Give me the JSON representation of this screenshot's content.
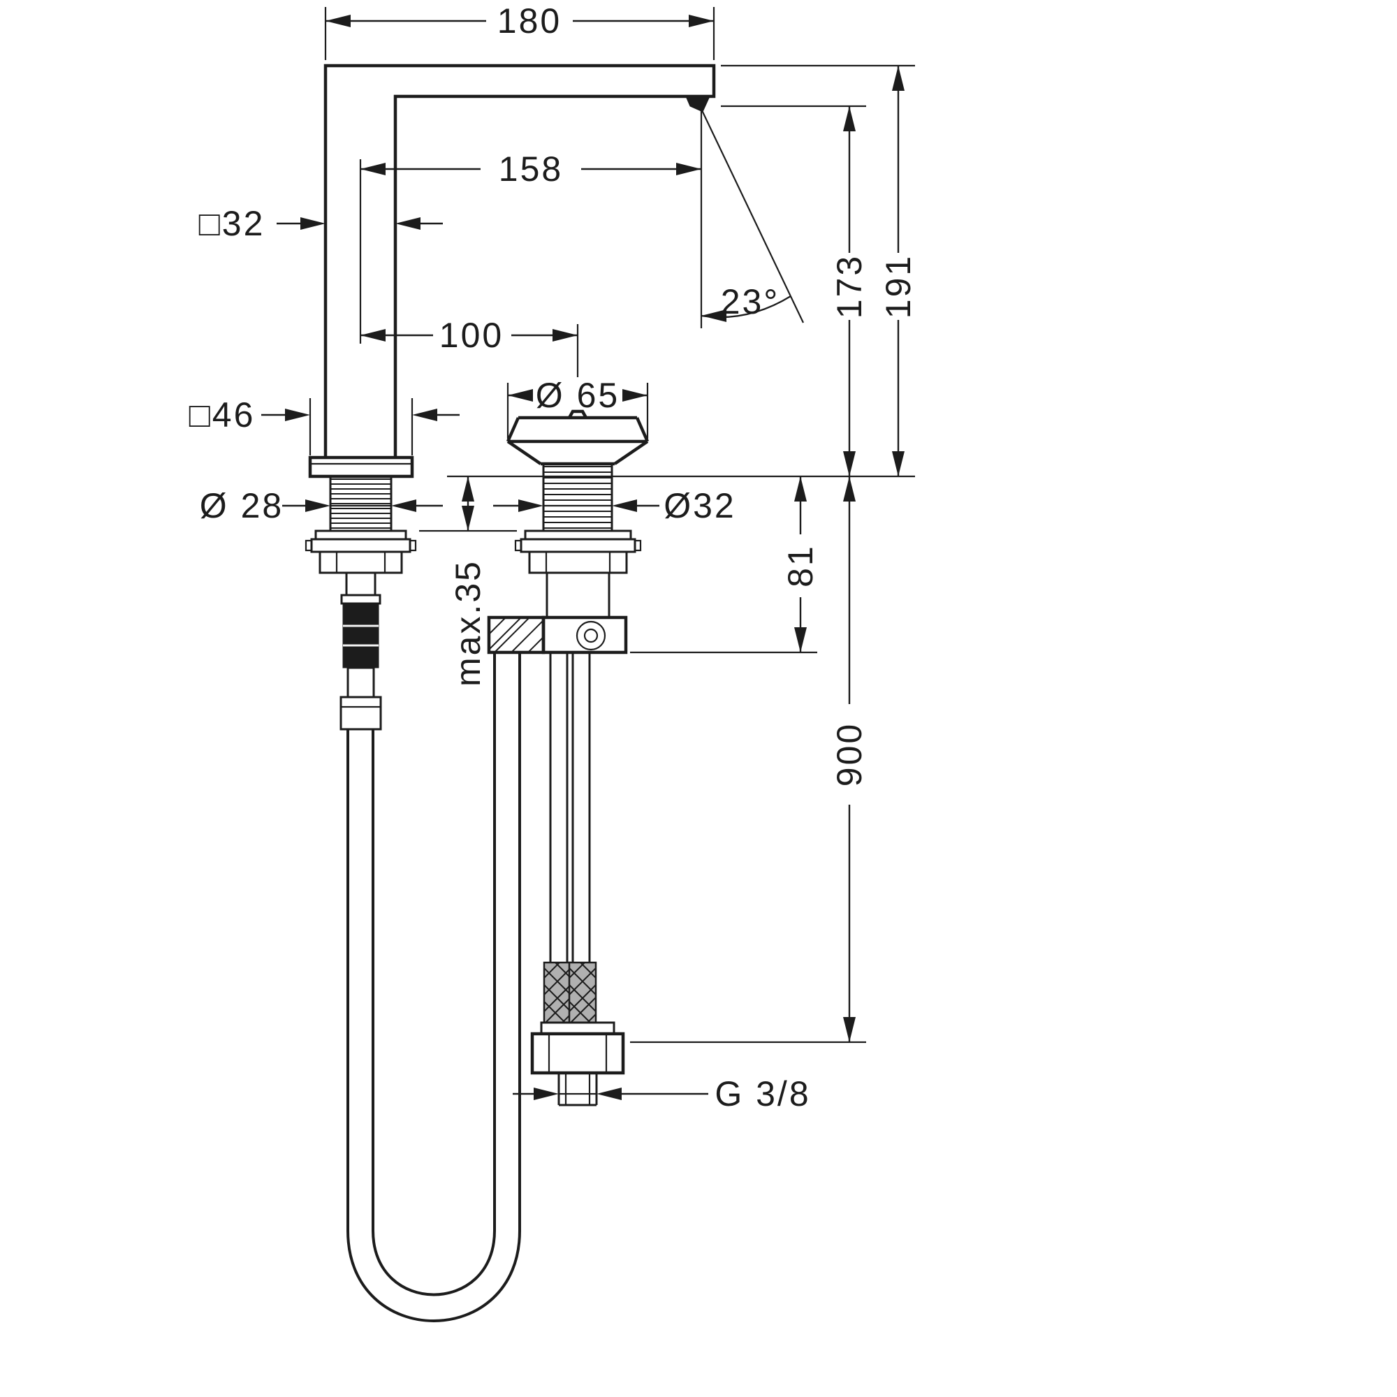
{
  "colors": {
    "background": "#ffffff",
    "ink": "#1c1c1c"
  },
  "dimensions": {
    "top_width": "180",
    "spout_reach": "158",
    "spout_section": "□32",
    "base_section": "□46",
    "handle_spacing": "100",
    "handle_diameter": "Ø 65",
    "spout_shank_diameter": "Ø 28",
    "handle_shank_diameter": "Ø32",
    "spout_outlet_height": "173",
    "overall_height": "191",
    "spray_angle": "23°",
    "under_deck_height": "81",
    "max_deck_thickness": "max.35",
    "hose_length": "900",
    "thread_size": "G 3/8"
  }
}
